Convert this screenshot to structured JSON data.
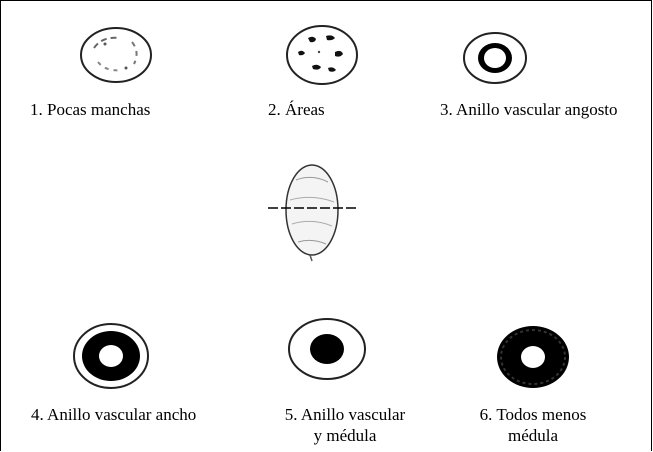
{
  "figures": [
    {
      "id": 1,
      "label": "1. Pocas manchas"
    },
    {
      "id": 2,
      "label": "2. Áreas"
    },
    {
      "id": 3,
      "label": "3. Anillo vascular angosto"
    },
    {
      "id": 4,
      "label": "4. Anillo vascular ancho"
    },
    {
      "id": 5,
      "label_line1": "5. Anillo vascular",
      "label_line2": "y médula"
    },
    {
      "id": 6,
      "label_line1": "6. Todos menos",
      "label_line2": "médula"
    }
  ]
}
